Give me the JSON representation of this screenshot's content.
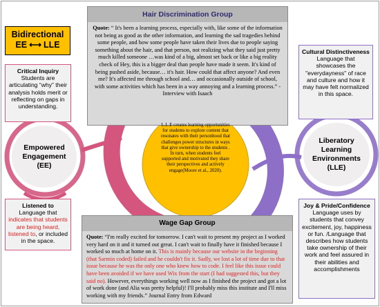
{
  "title": {
    "line1": "Bidirectional",
    "left": "EE",
    "arrow": "⟷",
    "right": "LLE"
  },
  "hair_group": {
    "heading": "Hair Discrimination Group",
    "quote_label": "Quote:",
    "quote_text": "“ It's been a learning process, especially with, like some of the information not being as good as the other information, and learning the sad tragedies behind some people, and how some people have taken their lives due to people saying something about the hair, and that person, not realizing what they said just pretty much killed someone …was kind of a big, almost set back or like a big reality check of Hey, this is a bigger deal than people have made it seem. It's kind of being pushed aside, because… it's hair. How could that affect anyone? And even me? It's affected me through school and… and occasionally outside of school, with some activities which has been in a way annoying and a learning process.” - Interview with Isaach"
  },
  "wage_group": {
    "heading": "Wage Gap Group",
    "quote_label": "Quote:",
    "text_1": "“I'm really excited for tomorrow. I can't wait to present my project as I worked very hard on it and it turned out great. I can't wait to finally have it finished because I worked so much at home on it. ",
    "text_red": "This is mainly because our website in the beginning (that Sarmin coded) failed and he couldn't fix it. Sadly, we lost a lot of time due to that issue because he was the only one who knew how to code. I feel like this issue could have been avoided if we have used Wix from the start (I had suggested this, but they said no).",
    "text_2": " However, everythings working well now as I finished the project and got a lot of work done (and Alia was pretty helpful)! I'll probably miss this institute and I'll miss working with my friends.” Journal Entry from Edward"
  },
  "critical_inquiry": {
    "heading": "Critical Inquiry",
    "text": "Students are articulating “why” their analysis holds merit or reflecting on gaps in understanding."
  },
  "listened_to": {
    "heading": "Listened to",
    "text_1": "Language that ",
    "text_red": "indicates that students are being heard, listened to",
    "text_2": ", or included in the space."
  },
  "cultural": {
    "heading": "Cultural Distinctiveness",
    "text": "Language that showcases the \"everydayness\" of race and culture and how it may have felt normalized in this space."
  },
  "joy": {
    "heading": "Joy & Pride/Confidence",
    "text": "Language uses by students that convey excitement, joy, happiness or fun. /Language that describes how students take ownership of their work and feel assured in their abilities and accomplishments"
  },
  "ee_circle": {
    "line1": "Empowered",
    "line2": "Engagement",
    "line3": "(EE)"
  },
  "lle_circle": {
    "line1": "Liberatory",
    "line2": "Learning",
    "line3": "Environments",
    "line4": "(LLE)"
  },
  "center": {
    "text": "L.L.E creates learning opportunities for students to explore content that resonates with their personhood that challenges power structures in ways that give ownership to the students . In turn, when students feel supported and motivated they share their perspectives and actively engage(Moore et al., 2020)."
  },
  "colors": {
    "pink": "#d4567f",
    "purple": "#8d6fc7",
    "gold": "#ffc000",
    "grey": "#d9d9d9"
  }
}
